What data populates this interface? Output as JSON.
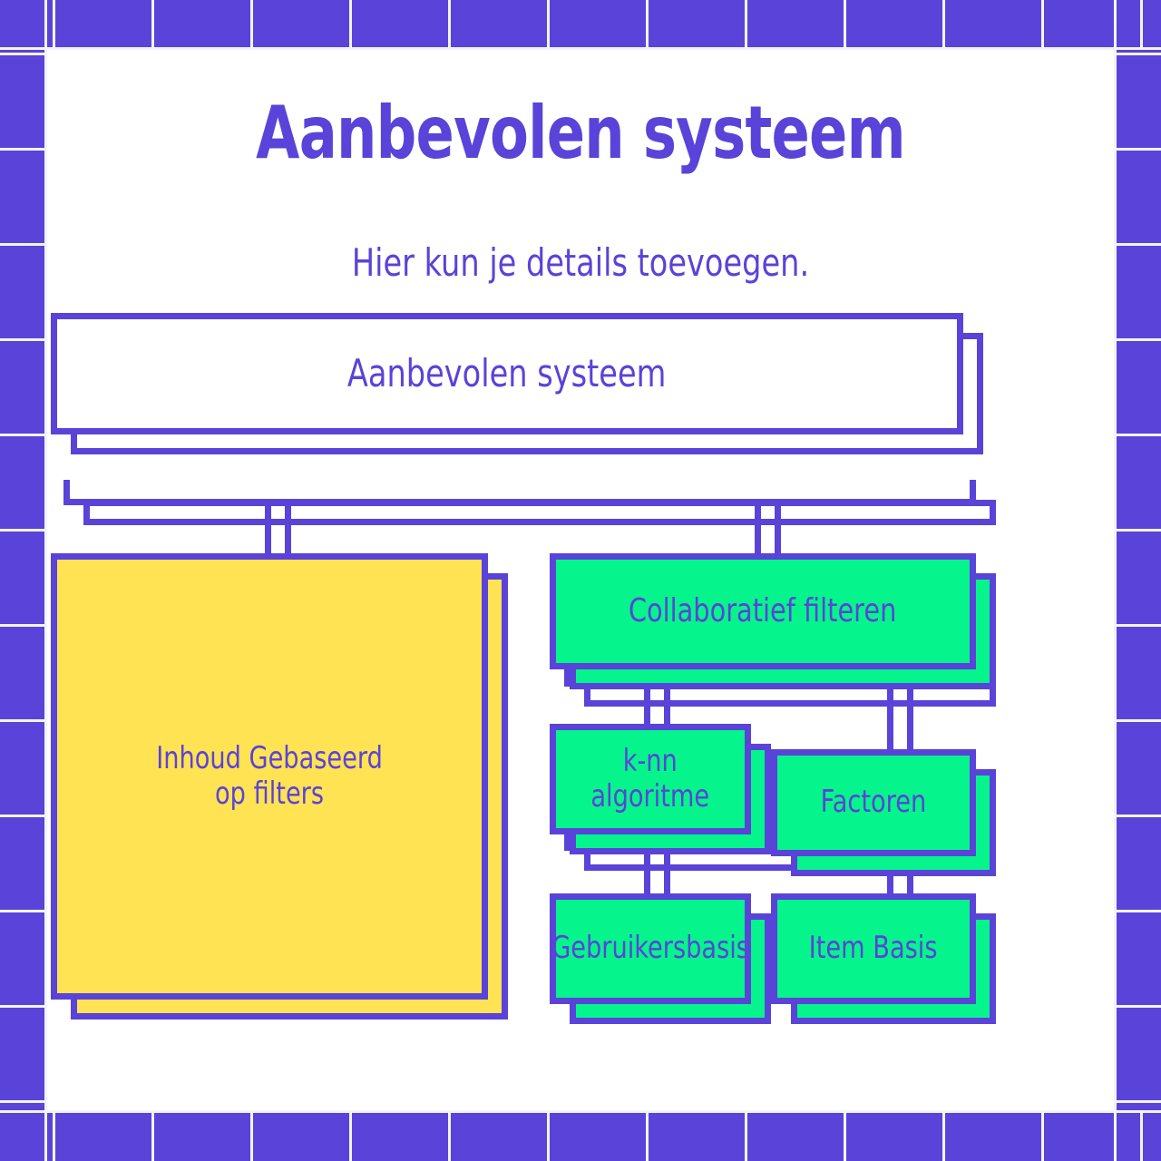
{
  "poster": {
    "title": "Aanbevolen systeem",
    "subtitle": "Hier kun je details toevoegen."
  },
  "colors": {
    "purple": "#5A43D8",
    "yellow": "#FFE352",
    "green": "#05F58C",
    "white": "#FFFFFF"
  },
  "diagram": {
    "root": {
      "label": "Aanbevolen systeem"
    },
    "branch_left": {
      "label_line1": "Inhoud Gebaseerd",
      "label_line2": "op filters"
    },
    "branch_right": {
      "label": "Collaboratief filteren"
    },
    "level3": [
      {
        "label_line1": "k-nn",
        "label_line2": "algoritme"
      },
      {
        "label": "Factoren"
      }
    ],
    "level4": [
      {
        "label": "Gebruikersbasis"
      },
      {
        "label": "Item Basis"
      }
    ]
  },
  "frame": {
    "tick_spacing_top": 109,
    "tick_spacing_side": 105
  }
}
